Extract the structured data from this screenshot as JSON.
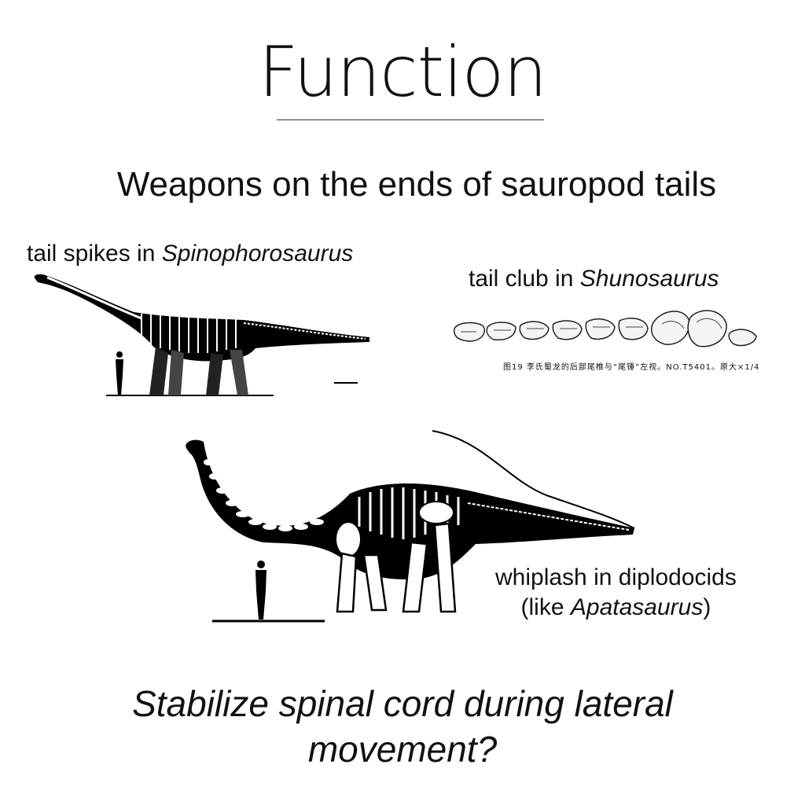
{
  "title": "Function",
  "subtitle": "Weapons on the ends of sauropod tails",
  "spikes": {
    "prefix": "tail spikes in ",
    "genus": "Spinophorosaurus"
  },
  "club": {
    "prefix": "tail club in ",
    "genus": "Shunosaurus",
    "figure_note": "图19 李氏蜀龙的后部尾椎与“尾锤”左视。NO.T5401。原大×1/4"
  },
  "whip": {
    "line1": "whiplash in diplodocids",
    "line2_prefix": "(like ",
    "genus": "Apatasaurus",
    "line2_suffix": ")"
  },
  "question": {
    "line1": "Stabilize spinal cord during lateral",
    "line2": "movement?"
  }
}
